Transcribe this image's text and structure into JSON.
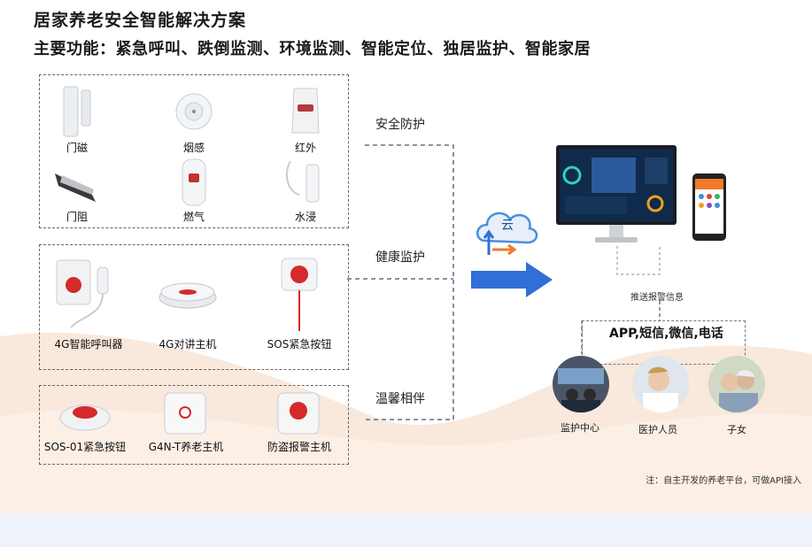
{
  "title": "居家养老安全智能解决方案",
  "subtitle": "主要功能：紧急呼叫、跌倒监测、环境监测、智能定位、独居监护、智能家居",
  "groups": {
    "safety": {
      "devices": [
        "门磁",
        "烟感",
        "红外",
        "门阻",
        "燃气",
        "水浸"
      ]
    },
    "health": {
      "devices": [
        "4G智能呼叫器",
        "4G对讲主机",
        "SOS紧急按钮"
      ]
    },
    "care": {
      "devices": [
        "SOS-01紧急按钮",
        "G4N-T养老主机",
        "防盗报警主机"
      ]
    }
  },
  "categories": [
    "安全防护",
    "健康监护",
    "温馨相伴"
  ],
  "cloud_label": "云",
  "push_label": "推送报警信息",
  "channels": "APP,短信,微信,电话",
  "recipients": [
    "监护中心",
    "医护人员",
    "子女"
  ],
  "footnote": "注：自主开发的养老平台，可做API接入",
  "colors": {
    "accent_red": "#e02020",
    "arrow_blue": "#2f6fd6",
    "cloud_blue": "#4a90d9",
    "orange": "#f07a2a",
    "wave": "#f7e3d3"
  }
}
